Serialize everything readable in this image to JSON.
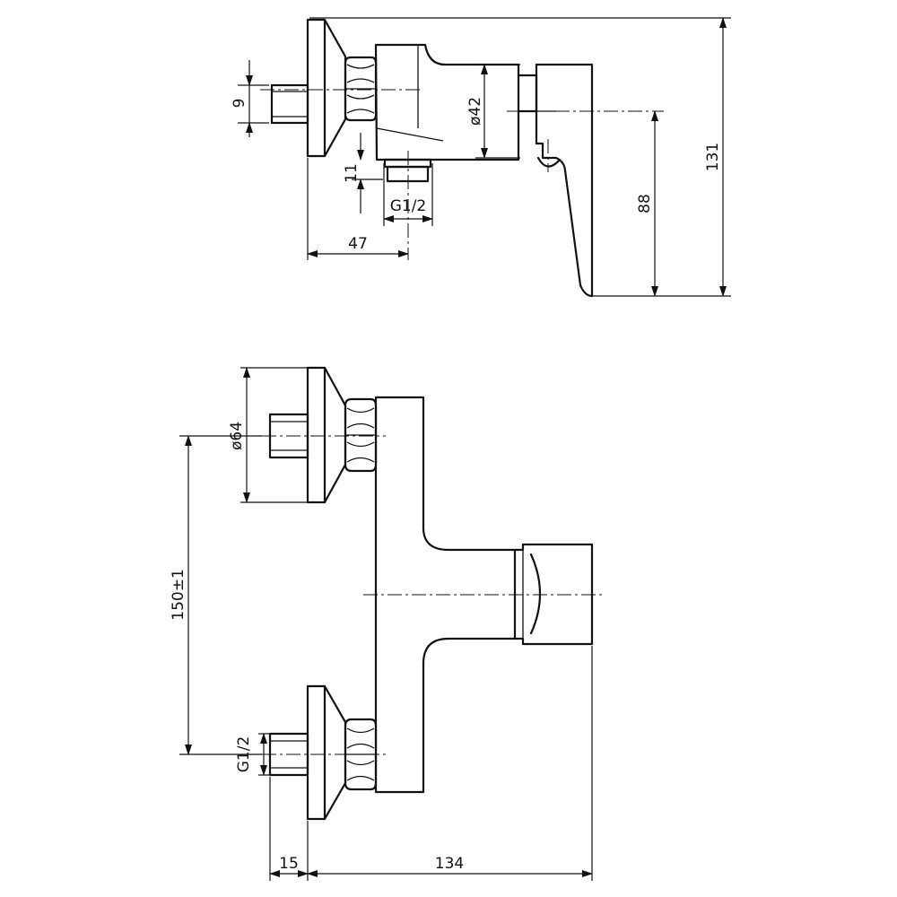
{
  "top_view": {
    "dim_9": "9",
    "dim_11": "11",
    "dim_thread": "G1/2",
    "dim_47": "47",
    "dim_dia42": "ø42",
    "dim_88": "88",
    "dim_131": "131"
  },
  "front_view": {
    "dim_dia64": "ø64",
    "dim_150": "150±1",
    "dim_thread": "G1/2",
    "dim_15": "15",
    "dim_134": "134"
  }
}
